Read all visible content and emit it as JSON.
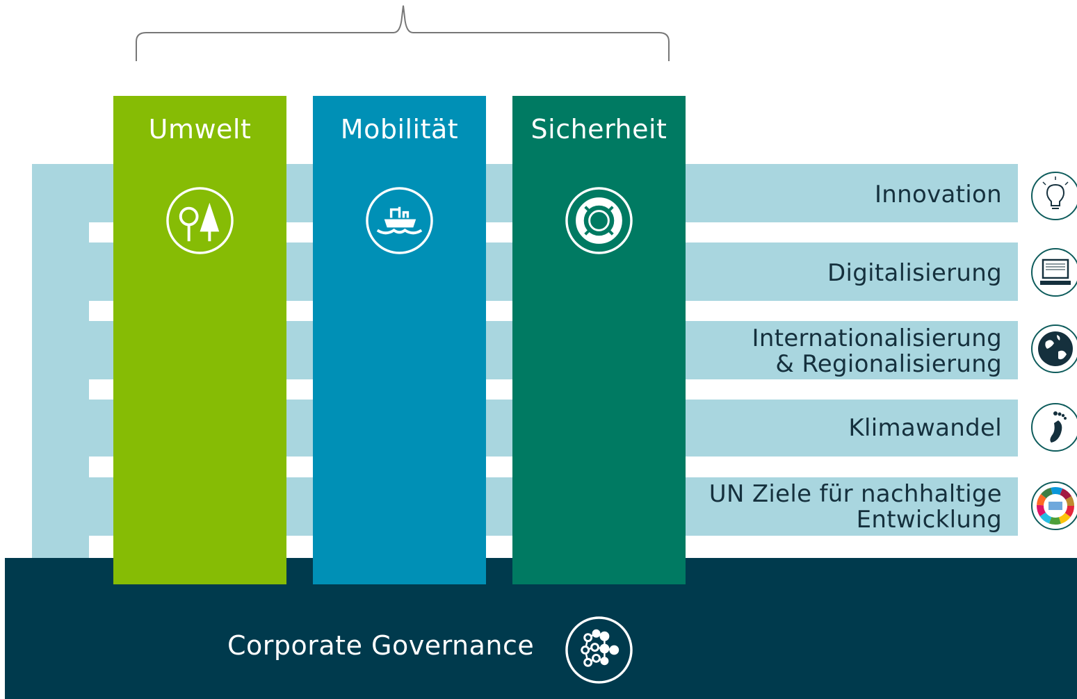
{
  "pillars": [
    {
      "label": "Umwelt",
      "color": "#86bc05",
      "icon": "trees-icon"
    },
    {
      "label": "Mobilität",
      "color": "#0090b6",
      "icon": "ship-icon"
    },
    {
      "label": "Sicherheit",
      "color": "#007a62",
      "icon": "lifebuoy-icon"
    }
  ],
  "crosscutting": [
    {
      "label_lines": [
        "Innovation"
      ],
      "icon": "lightbulb-icon"
    },
    {
      "label_lines": [
        "Digitalisierung"
      ],
      "icon": "computer-icon"
    },
    {
      "label_lines": [
        "Internationalisierung",
        "& Regionalisierung"
      ],
      "icon": "globe-icon"
    },
    {
      "label_lines": [
        "Klimawandel"
      ],
      "icon": "footprint-icon"
    },
    {
      "label_lines": [
        "UN Ziele für nachhaltige",
        "Entwicklung"
      ],
      "icon": "sdg-wheel-icon"
    }
  ],
  "governance": {
    "label": "Corporate Governance",
    "icon": "network-icon",
    "color": "#003a4d"
  },
  "colors": {
    "band": "#a9d6df",
    "text_dark": "#15303d",
    "bracket": "#777777"
  }
}
